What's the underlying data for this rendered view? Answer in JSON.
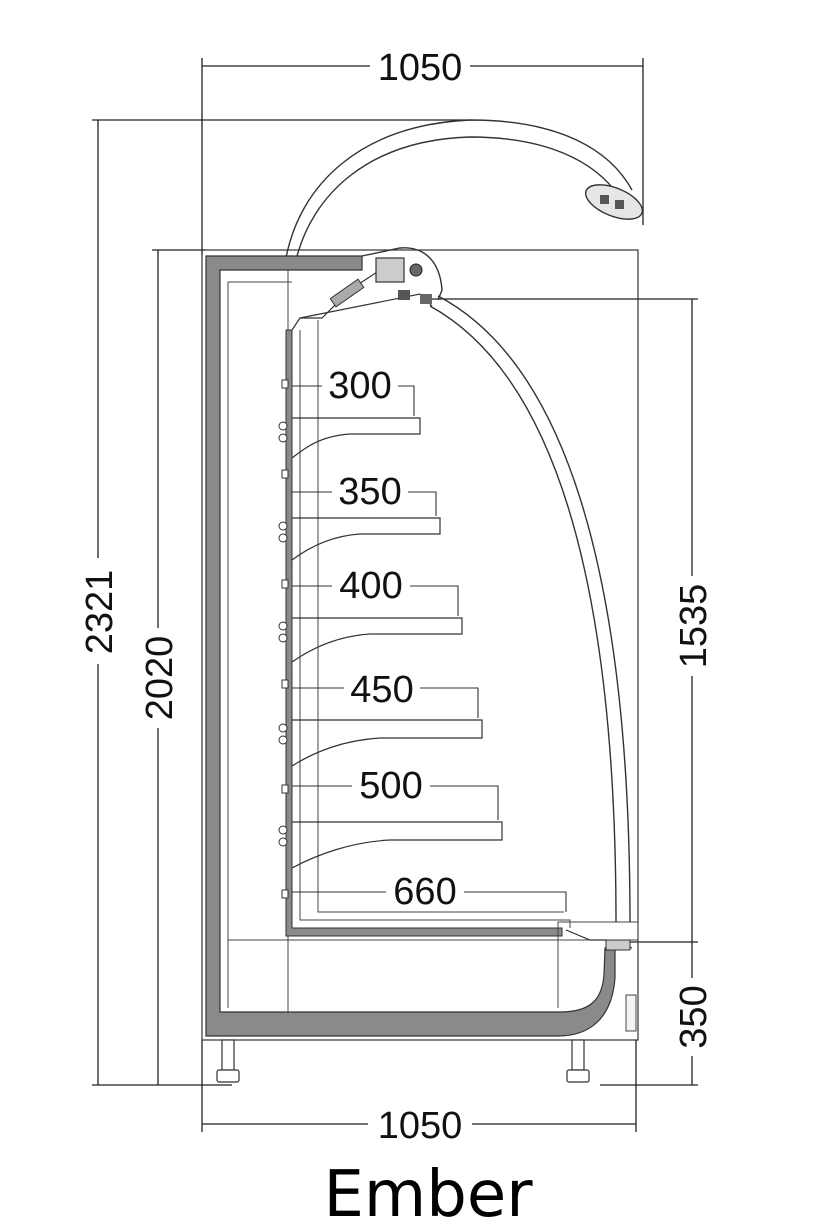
{
  "product_name": "Ember",
  "dimensions": {
    "top_width": "1050",
    "bottom_width": "1050",
    "overall_height": "2321",
    "body_height": "2020",
    "display_height": "1535",
    "base_height": "350"
  },
  "shelf_depths": [
    "300",
    "350",
    "400",
    "450",
    "500",
    "660"
  ]
}
